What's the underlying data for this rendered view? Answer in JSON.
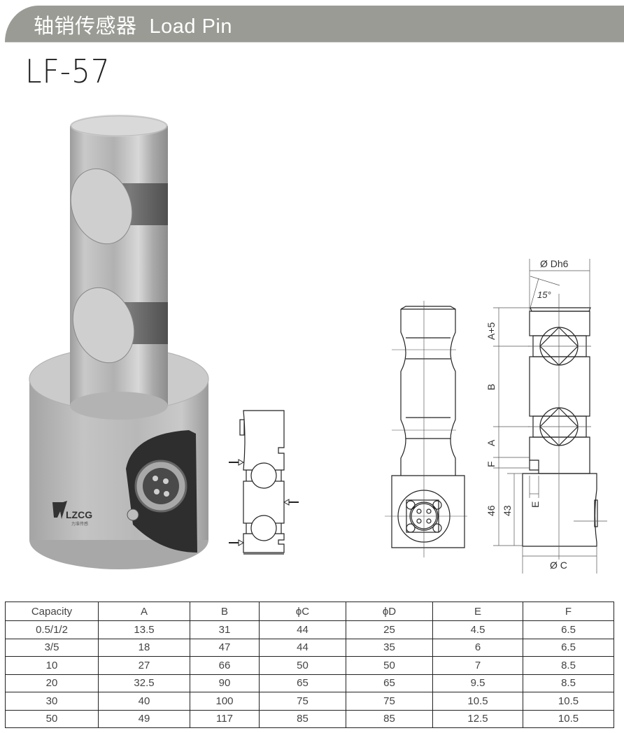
{
  "header": {
    "title_cn": "轴销传感器",
    "title_en": "Load Pin",
    "band_color": "#9a9b94"
  },
  "model": "LF-57",
  "photo": {
    "logo_text": "LZCG",
    "logo_subtext": "力准传感"
  },
  "drawings": {
    "side_view": {
      "arrow_count": 3
    },
    "front_view": {},
    "dimension_view": {
      "labels": {
        "dh6": "Ø Dh6",
        "angle": "15°",
        "a_plus_5": "A+5",
        "b": "B",
        "a": "A",
        "f": "F",
        "d46": "46",
        "d43": "43",
        "e": "E",
        "c": "Ø C"
      }
    }
  },
  "table": {
    "headers": [
      "Capacity",
      "A",
      "B",
      "ϕC",
      "ϕD",
      "E",
      "F"
    ],
    "rows": [
      [
        "0.5/1/2",
        "13.5",
        "31",
        "44",
        "25",
        "4.5",
        "6.5"
      ],
      [
        "3/5",
        "18",
        "47",
        "44",
        "35",
        "6",
        "6.5"
      ],
      [
        "10",
        "27",
        "66",
        "50",
        "50",
        "7",
        "8.5"
      ],
      [
        "20",
        "32.5",
        "90",
        "65",
        "65",
        "9.5",
        "8.5"
      ],
      [
        "30",
        "40",
        "100",
        "75",
        "75",
        "10.5",
        "10.5"
      ],
      [
        "50",
        "49",
        "117",
        "85",
        "85",
        "12.5",
        "10.5"
      ]
    ]
  }
}
